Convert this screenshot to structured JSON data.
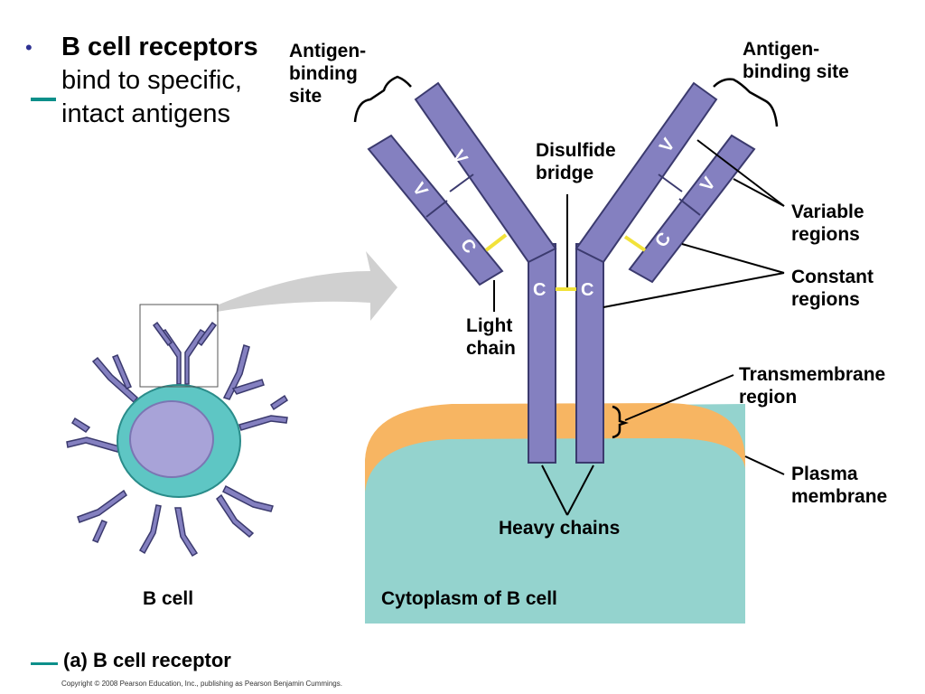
{
  "bullet": {
    "bold": "B cell receptors",
    "text": " bind to specific, intact antigens"
  },
  "labels": {
    "antigen_binding_left": "Antigen-\nbinding\nsite",
    "antigen_binding_right": "Antigen-\nbinding site",
    "disulfide_bridge": "Disulfide\nbridge",
    "variable_regions": "Variable\nregions",
    "constant_regions": "Constant\nregions",
    "light_chain": "Light\nchain",
    "transmembrane_region": "Transmembrane\nregion",
    "plasma_membrane": "Plasma\nmembrane",
    "heavy_chains": "Heavy chains",
    "b_cell": "B cell",
    "cytoplasm": "Cytoplasm of B cell"
  },
  "segments": {
    "variable": "V",
    "constant": "C"
  },
  "caption": "(a) B cell receptor",
  "copyright": "Copyright © 2008 Pearson Education, Inc., publishing as Pearson Benjamin Cummings.",
  "colors": {
    "chain": "#8480c0",
    "chain_stroke": "#3b3a6e",
    "membrane": "#f7b562",
    "cytoplasm": "#94d3ce",
    "bridge": "#f2e23a",
    "cell_body": "#5ec6c4",
    "nucleus": "#a8a3d8",
    "accent": "#0c8f8a",
    "arrow": "#c8c8c8"
  }
}
